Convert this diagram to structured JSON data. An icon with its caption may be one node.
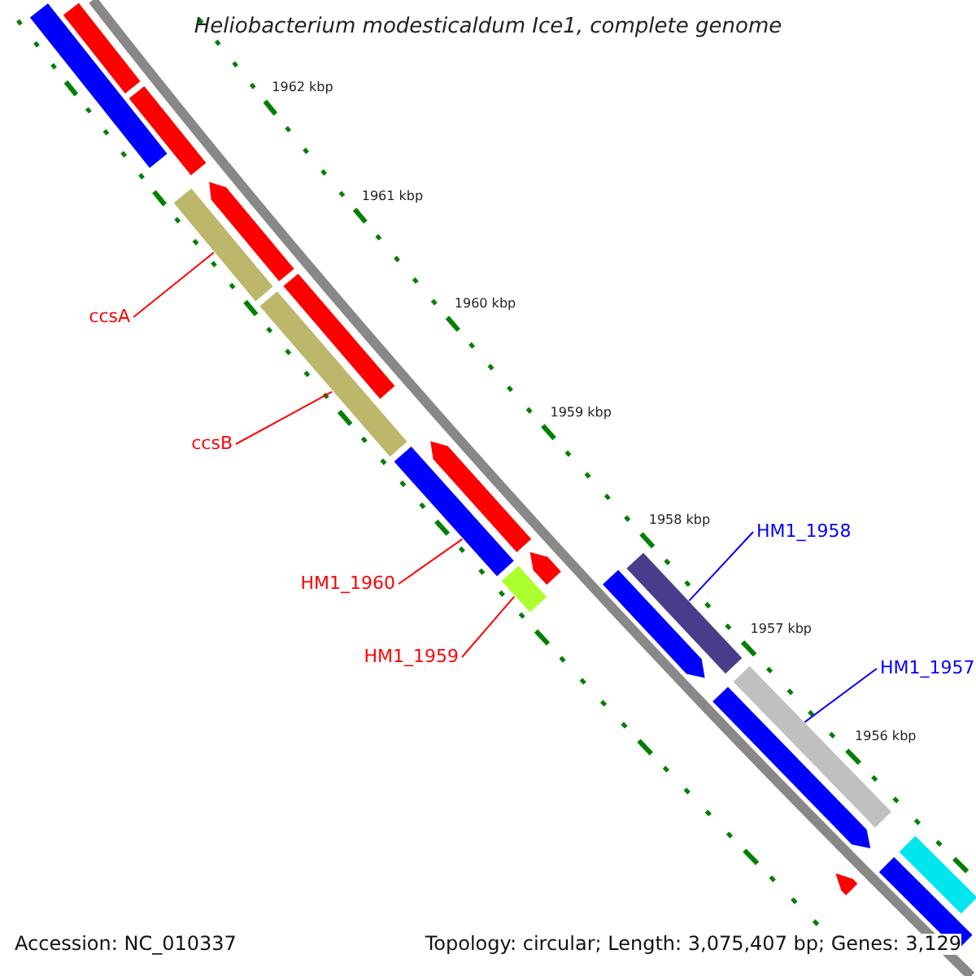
{
  "diagram": {
    "title": "Heliobacterium modesticaldum Ice1, complete genome",
    "nodes": [
      {
        "text": [
          "ccsA"
        ]
      },
      {
        "text": [],
        "shape": "bar"
      },
      {
        "text": [
          "ccsB"
        ]
      },
      {
        "text": [],
        "shape": "bar"
      },
      {
        "text": [
          "HM1_1960"
        ]
      },
      {
        "text": [],
        "shape": "bar"
      },
      {
        "text": [
          "HM1_1959"
        ]
      },
      {
        "text": [],
        "shape": "bar"
      },
      {
        "text": [
          "HM1_1958"
        ]
      },
      {
        "text": [],
        "shape": "bar"
      },
      {
        "text": [
          "HM1_1957"
        ]
      },
      {
        "text": [],
        "shape": "bar"
      },
      {
        "text": [],
        "shape": "bar"
      },
      {
        "text": [],
        "shape": "bar"
      },
      {
        "text": [],
        "shape": "bar"
      },
      {
        "text": [],
        "shape": "bar"
      },
      {
        "text": [],
        "shape": "bar"
      },
      {
        "text": [],
        "shape": "bar"
      },
      {
        "text": [],
        "shape": "bar"
      },
      {
        "text": [],
        "shape": "bar"
      },
      {
        "text": [],
        "shape": "bar"
      },
      {
        "text": [],
        "shape": "bar"
      },
      {
        "text": [],
        "shape": "bar"
      },
      {
        "text": [],
        "shape": "bar"
      }
    ],
    "edges": [
      {
        "from": 0,
        "to": 1,
        "arrow": "none"
      },
      {
        "from": 2,
        "to": 3,
        "arrow": "none"
      },
      {
        "from": 4,
        "to": 5,
        "arrow": "none"
      },
      {
        "from": 6,
        "to": 7,
        "arrow": "none"
      },
      {
        "from": 8,
        "to": 9,
        "arrow": "none",
        "color": "#0000ff"
      },
      {
        "from": 10,
        "to": 11,
        "arrow": "none",
        "color": "#0000ff"
      }
    ],
    "labels": [
      "1962 kbp",
      "1961 kbp",
      "1960 kbp",
      "1959 kbp",
      "1958 kbp",
      "1957 kbp",
      "1956 kbp",
      "Accession: NC_010337",
      "Topology: circular; Length: 3,075,407 bp; Genes: 3,129"
    ]
  }
}
